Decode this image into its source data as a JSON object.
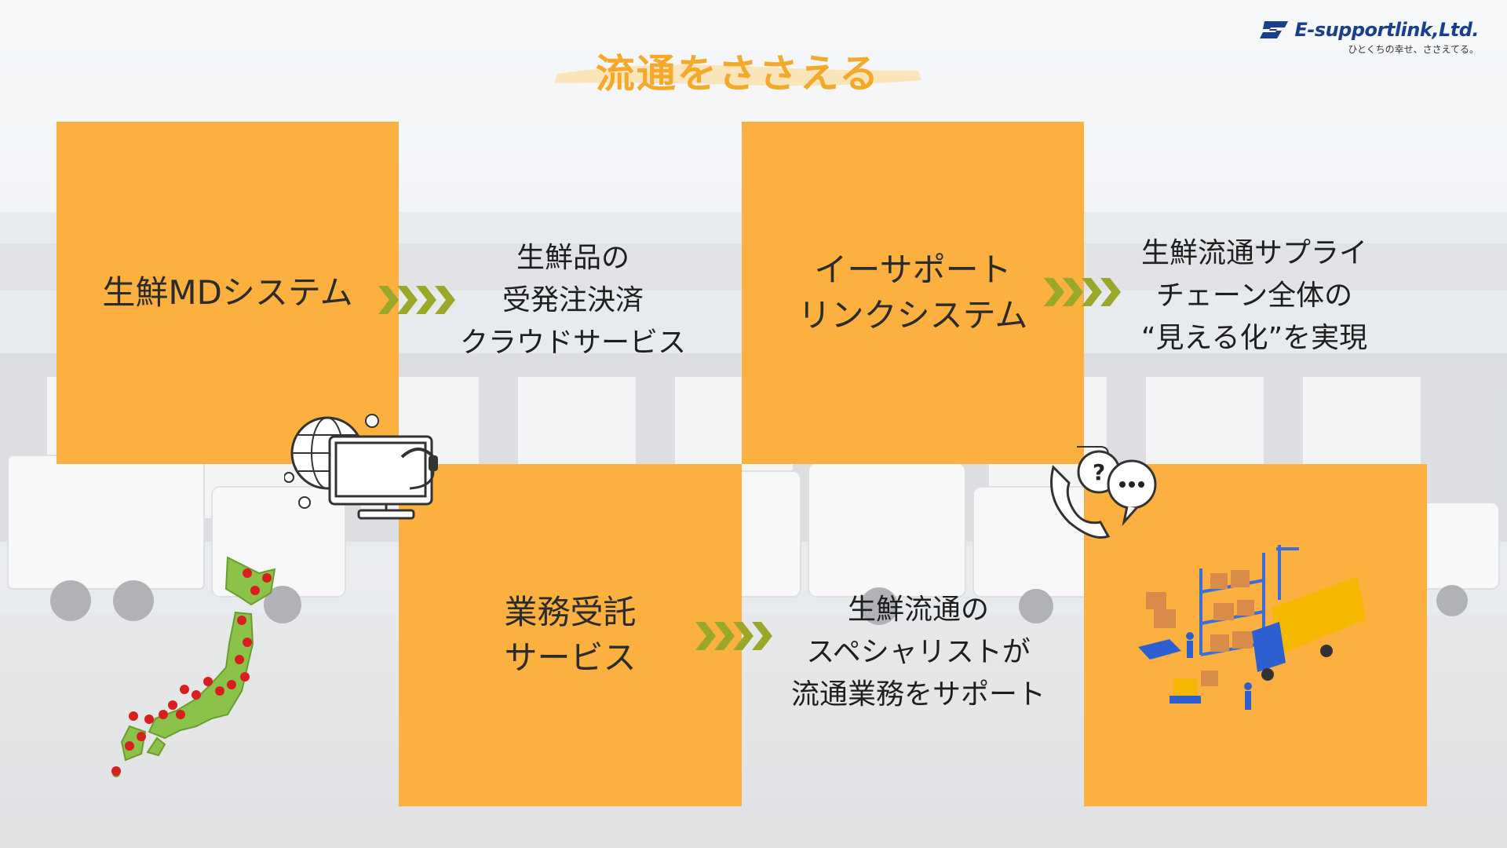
{
  "logo": {
    "name": "E-supportlink,Ltd.",
    "tagline": "ひとくちの幸せ、ささえてる。"
  },
  "title": "流通をささえる",
  "services": [
    {
      "label": "生鮮MDシステム",
      "description": "生鮮品の\n受発注決済\nクラウドサービス"
    },
    {
      "label": "イーサポート\nリンクシステム",
      "description": "生鮮流通サプライ\nチェーン全体の\n“見える化”を実現"
    },
    {
      "label": "業務受託\nサービス",
      "description": "生鮮流通の\nスペシャリストが\n流通業務をサポート"
    }
  ],
  "colors": {
    "box": "#fbb040",
    "title": "#f5a92b",
    "arrow": "#9aa82a",
    "logo": "#1b3f8f",
    "map": "#8bc34a",
    "pin": "#d81e1e"
  },
  "icons": [
    "globe-monitor-headset-icon",
    "phone-chat-icon",
    "japan-map-icon",
    "logistics-illustration-icon",
    "chevron-arrows-icon"
  ]
}
